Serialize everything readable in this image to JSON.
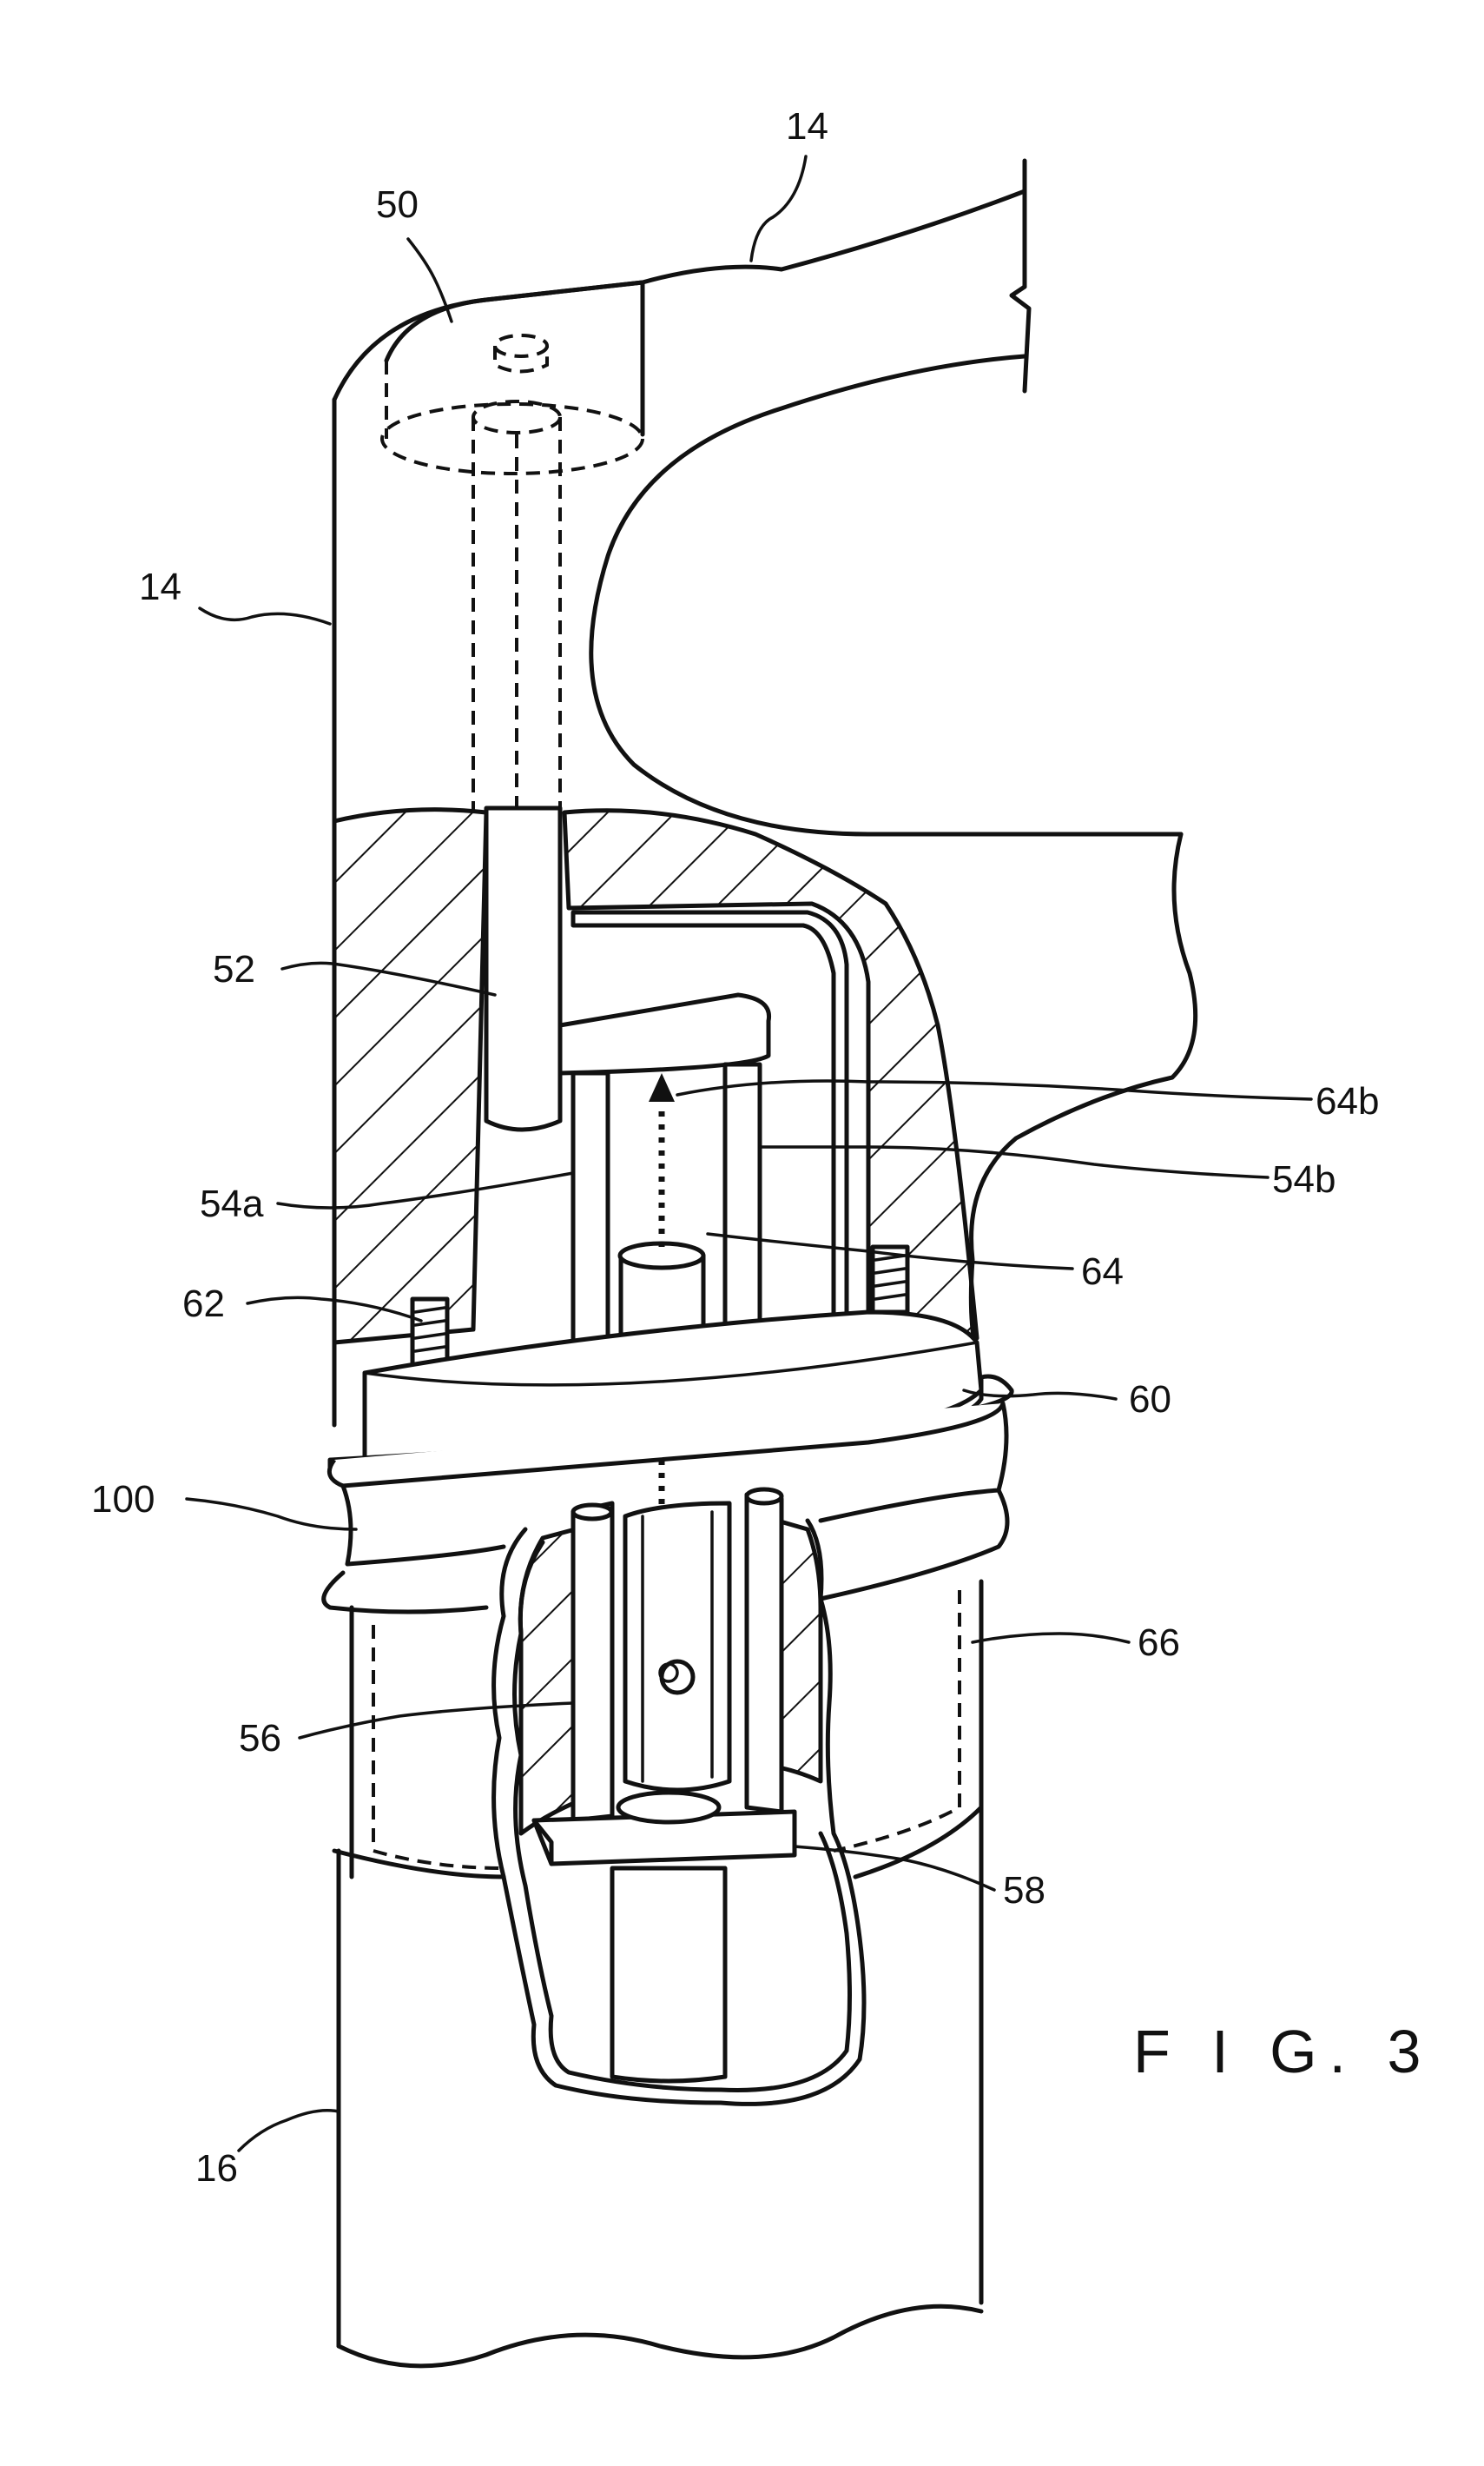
{
  "figure_label": "F I G. 3",
  "labels": {
    "l14_top": "14",
    "l50": "50",
    "l14_left": "14",
    "l52": "52",
    "l64b": "64b",
    "l54a": "54a",
    "l54b": "54b",
    "l64": "64",
    "l62": "62",
    "l60": "60",
    "l100": "100",
    "l66": "66",
    "l56": "56",
    "l58": "58",
    "l16": "16"
  }
}
